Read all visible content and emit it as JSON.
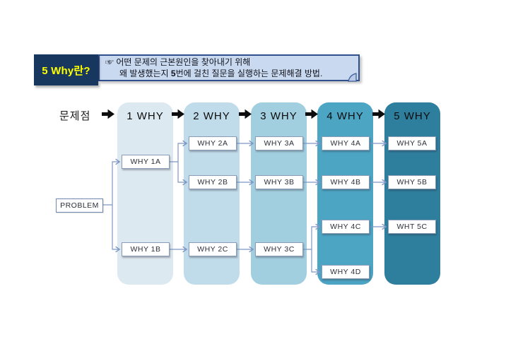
{
  "banner": {
    "title": "5 Why란?",
    "pointer_icon": "☞",
    "note_line1": "어떤 문제의 근본원인을 찾아내기 위해",
    "note_line2": {
      "seg1": "왜 발생했는지 ",
      "bold": "5",
      "seg2": "번에 걸친 질문을 실행하는 문제해결 방법."
    }
  },
  "diagram": {
    "source_label": "문제점",
    "columns": [
      {
        "label": "1 WHY",
        "color": "#dde9f1"
      },
      {
        "label": "2 WHY",
        "color": "#c0dcea"
      },
      {
        "label": "3 WHY",
        "color": "#a2cfe0"
      },
      {
        "label": "4 WHY",
        "color": "#4da5c4"
      },
      {
        "label": "5 WHY",
        "color": "#2e7e9d"
      }
    ],
    "nodes": {
      "problem": "PROBLEM",
      "why1a": "WHY 1A",
      "why1b": "WHY 1B",
      "why2a": "WHY 2A",
      "why2b": "WHY 2B",
      "why2c": "WHY 2C",
      "why3a": "WHY 3A",
      "why3b": "WHY 3B",
      "why3c": "WHY 3C",
      "why4a": "WHY 4A",
      "why4b": "WHY 4B",
      "why4c": "WHY 4C",
      "why4d": "WHY 4D",
      "why5a": "WHY 5A",
      "why5b": "WHY 5B",
      "why5c": "WHT 5C"
    }
  },
  "palette": {
    "banner_title_bg": "#17375e",
    "banner_title_text": "#feff00",
    "banner_note_bg": "#c9d9f0",
    "banner_note_border": "#30508c",
    "header_arrow": "#0d0d0d",
    "connector": "#7e97c3",
    "node_bg": "#ffffff",
    "node_border": "#8b9cb8"
  }
}
